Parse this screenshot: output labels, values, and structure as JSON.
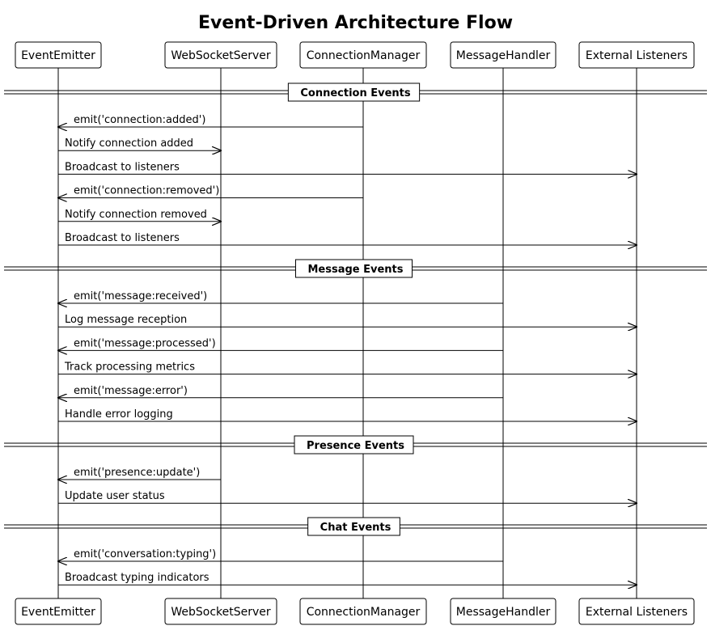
{
  "title": "Event-Driven Architecture Flow",
  "participants": [
    {
      "id": "emitter",
      "label": "EventEmitter"
    },
    {
      "id": "ws",
      "label": "WebSocketServer"
    },
    {
      "id": "cm",
      "label": "ConnectionManager"
    },
    {
      "id": "mh",
      "label": "MessageHandler"
    },
    {
      "id": "ext",
      "label": "External Listeners"
    }
  ],
  "sections": [
    {
      "label": "Connection Events",
      "messages": [
        {
          "from": "cm",
          "to": "emitter",
          "text": "emit('connection:added')"
        },
        {
          "from": "emitter",
          "to": "ws",
          "text": "Notify connection added"
        },
        {
          "from": "emitter",
          "to": "ext",
          "text": "Broadcast to listeners"
        },
        {
          "from": "cm",
          "to": "emitter",
          "text": "emit('connection:removed')"
        },
        {
          "from": "emitter",
          "to": "ws",
          "text": "Notify connection removed"
        },
        {
          "from": "emitter",
          "to": "ext",
          "text": "Broadcast to listeners"
        }
      ]
    },
    {
      "label": "Message Events",
      "messages": [
        {
          "from": "mh",
          "to": "emitter",
          "text": "emit('message:received')"
        },
        {
          "from": "emitter",
          "to": "ext",
          "text": "Log message reception"
        },
        {
          "from": "mh",
          "to": "emitter",
          "text": "emit('message:processed')"
        },
        {
          "from": "emitter",
          "to": "ext",
          "text": "Track processing metrics"
        },
        {
          "from": "mh",
          "to": "emitter",
          "text": "emit('message:error')"
        },
        {
          "from": "emitter",
          "to": "ext",
          "text": "Handle error logging"
        }
      ]
    },
    {
      "label": "Presence Events",
      "messages": [
        {
          "from": "ws",
          "to": "emitter",
          "text": "emit('presence:update')"
        },
        {
          "from": "emitter",
          "to": "ext",
          "text": "Update user status"
        }
      ]
    },
    {
      "label": "Chat Events",
      "messages": [
        {
          "from": "mh",
          "to": "emitter",
          "text": "emit('conversation:typing')"
        },
        {
          "from": "emitter",
          "to": "ext",
          "text": "Broadcast typing indicators"
        }
      ]
    }
  ]
}
